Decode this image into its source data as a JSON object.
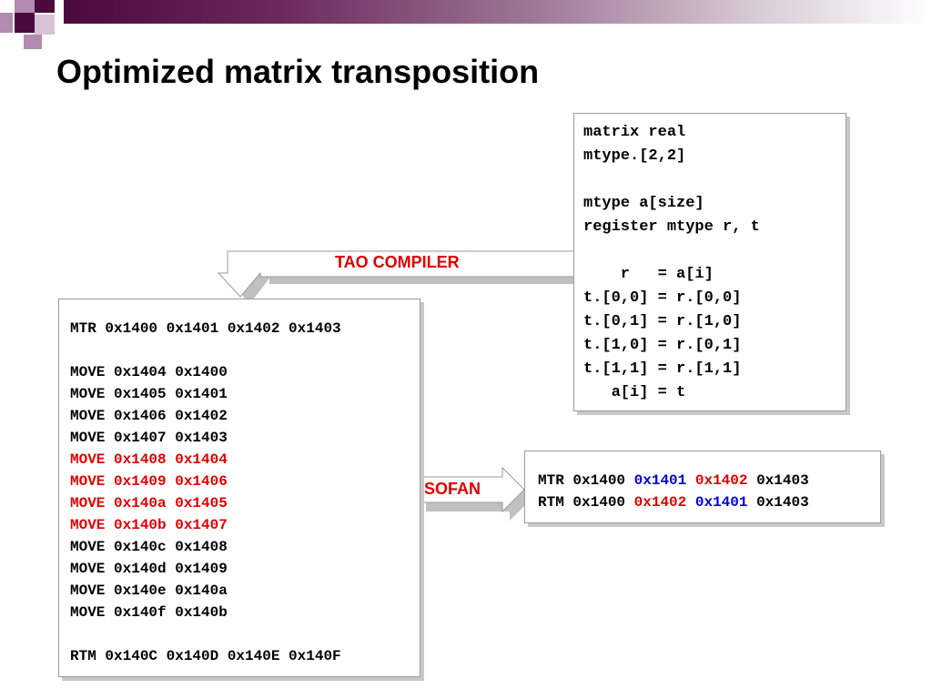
{
  "slide": {
    "title": "Optimized matrix transposition"
  },
  "source_code": {
    "lines": [
      "matrix real",
      "mtype.[2,2]",
      "",
      "mtype a[size]",
      "register mtype r, t",
      "",
      "    r   = a[i]",
      "t.[0,0] = r.[0,0]",
      "t.[0,1] = r.[1,0]",
      "t.[1,0] = r.[0,1]",
      "t.[1,1] = r.[1,1]",
      "   a[i] = t"
    ]
  },
  "compiler_arrow": {
    "label": "TAO COMPILER"
  },
  "assembly": {
    "lines": [
      "MTR 0x1400 0x1401 0x1402 0x1403",
      "",
      "MOVE 0x1404 0x1400",
      "MOVE 0x1405 0x1401",
      "MOVE 0x1406 0x1402",
      "MOVE 0x1407 0x1403",
      "MOVE 0x1408 0x1404",
      "MOVE 0x1409 0x1406",
      "MOVE 0x140a 0x1405",
      "MOVE 0x140b 0x1407",
      "MOVE 0x140c 0x1408",
      "MOVE 0x140d 0x1409",
      "MOVE 0x140e 0x140a",
      "MOVE 0x140f 0x140b",
      "",
      "RTM 0x140C 0x140D 0x140E 0x140F"
    ],
    "highlight_color": "#e00000"
  },
  "sofan_arrow": {
    "label": "SOFAN"
  },
  "optimized": {
    "mtr": {
      "op": "MTR",
      "a": "0x1400",
      "b": "0x1401",
      "c": "0x1402",
      "d": "0x1403"
    },
    "rtm": {
      "op": "RTM",
      "a": "0x1400",
      "b": "0x1402",
      "c": "0x1401",
      "d": "0x1403"
    },
    "colors": {
      "blue": "#0000e0",
      "red": "#e00000"
    }
  }
}
